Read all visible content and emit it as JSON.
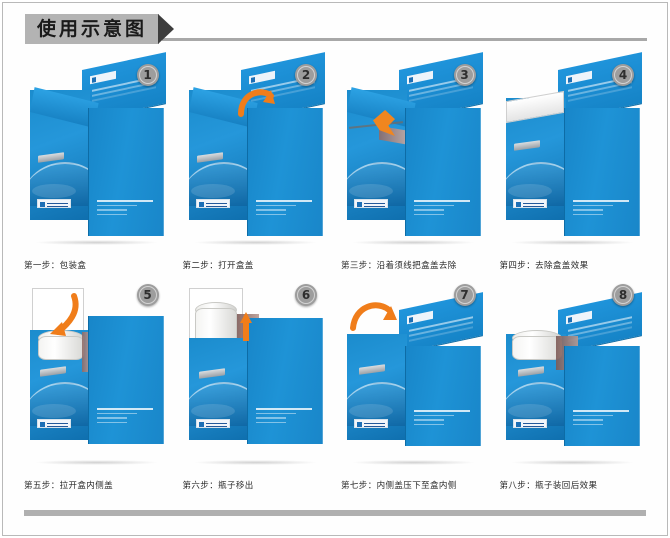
{
  "header": {
    "title": "使用示意图",
    "banner_color": "#b3b3b3",
    "arrow_color": "#3d3d3d",
    "rule_color": "#a8a8a8"
  },
  "theme": {
    "box_blue": "#1e93d6",
    "box_blue_dark": "#0f6fae",
    "arrow_orange": "#f07d1a",
    "badge_gray": "#9d9d9d",
    "caption_color": "#2b2b2b",
    "page_border": "#b9b9b9",
    "bottom_rule": "#b0b0b0"
  },
  "steps": [
    {
      "number": "1",
      "caption": "第一步：包装盒",
      "art": "closed-box"
    },
    {
      "number": "2",
      "caption": "第二步：打开盒盖",
      "art": "open-lid"
    },
    {
      "number": "3",
      "caption": "第三步：沿着须线把盒盖去除",
      "art": "tear-lid"
    },
    {
      "number": "4",
      "caption": "第四步：去除盒盖效果",
      "art": "lid-removed"
    },
    {
      "number": "5",
      "caption": "第五步：拉开盒内侧盖",
      "art": "pull-inner-flap"
    },
    {
      "number": "6",
      "caption": "第六步：瓶子移出",
      "art": "remove-bottle"
    },
    {
      "number": "7",
      "caption": "第七步：内侧盖压下至盒内侧",
      "art": "press-inner-flap"
    },
    {
      "number": "8",
      "caption": "第八步：瓶子装回后效果",
      "art": "bottle-replaced"
    }
  ]
}
